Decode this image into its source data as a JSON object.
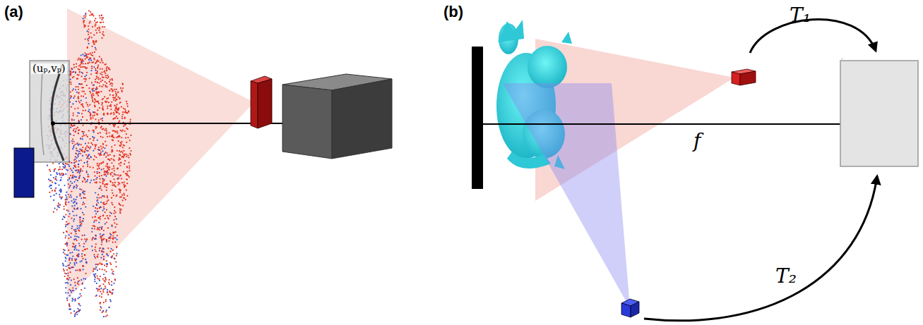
{
  "diagram": {
    "labels": [
      "(a)",
      "(uₚ,vₚ)",
      "(b)",
      "T₁",
      "f",
      "T₂"
    ]
  }
}
